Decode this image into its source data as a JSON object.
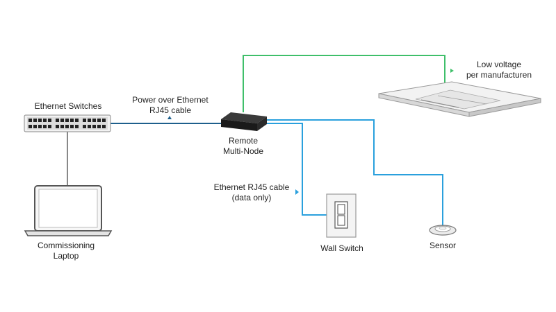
{
  "labels": {
    "ethernet_switches": "Ethernet Switches",
    "poe_line1": "Power over Ethernet",
    "poe_line2": "RJ45 cable",
    "remote_line1": "Remote",
    "remote_line2": "Multi-Node",
    "low_voltage_line1": "Low voltage",
    "low_voltage_line2": "per manufacturen",
    "eth_data_line1": "Ethernet RJ45 cable",
    "eth_data_line2": "(data only)",
    "laptop_line1": "Commissioning",
    "laptop_line2": "Laptop",
    "wall_switch": "Wall Switch",
    "sensor": "Sensor"
  },
  "colors": {
    "poe_cable": "#1e5f8c",
    "data_cable": "#2aa0dd",
    "low_voltage_cable": "#3fbf6a",
    "laptop_cable": "#888888",
    "device_dark": "#1a1a1a"
  }
}
